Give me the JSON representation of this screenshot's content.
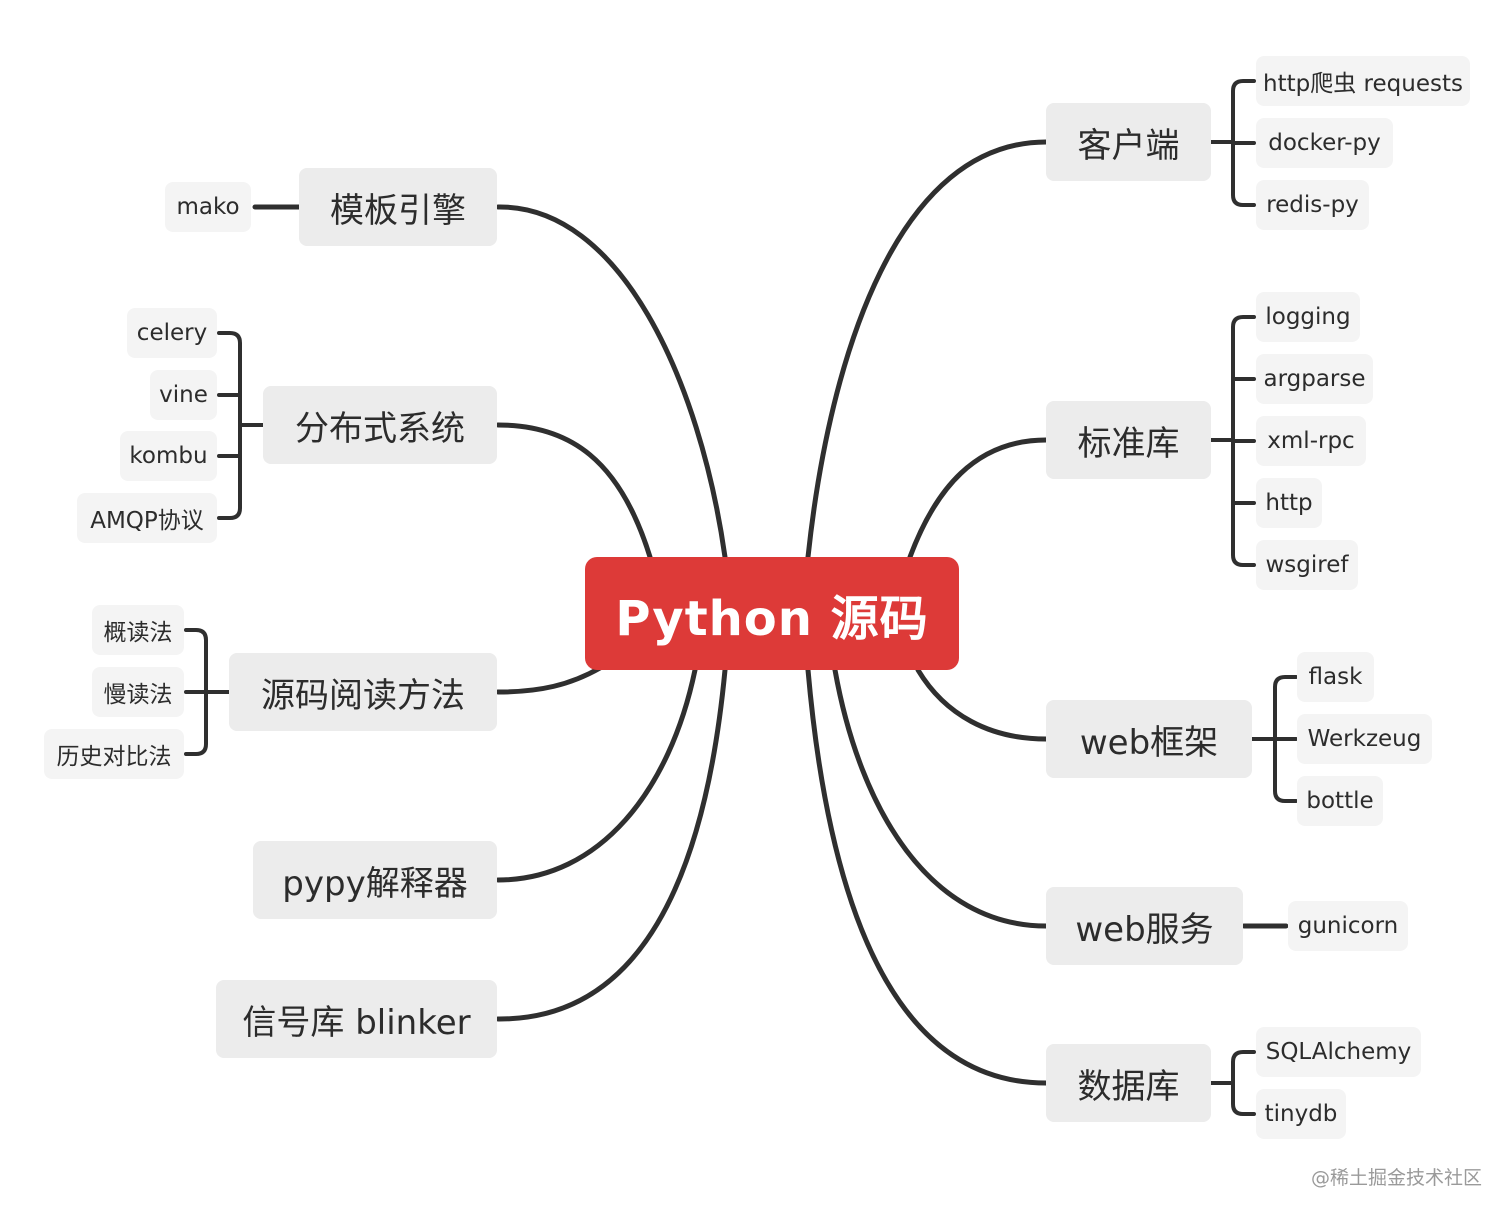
{
  "central": "Python 源码",
  "left": {
    "template": {
      "label": "模板引擎",
      "children": [
        "mako"
      ]
    },
    "distributed": {
      "label": "分布式系统",
      "children": [
        "celery",
        "vine",
        "kombu",
        "AMQP协议"
      ]
    },
    "reading": {
      "label": "源码阅读方法",
      "children": [
        "概读法",
        "慢读法",
        "历史对比法"
      ]
    },
    "pypy": {
      "label": "pypy解释器"
    },
    "signal": {
      "label": "信号库 blinker"
    }
  },
  "right": {
    "client": {
      "label": "客户端",
      "children": [
        "http爬虫 requests",
        "docker-py",
        "redis-py"
      ]
    },
    "stdlib": {
      "label": "标准库",
      "children": [
        "logging",
        "argparse",
        "xml-rpc",
        "http",
        "wsgiref"
      ]
    },
    "webfw": {
      "label": "web框架",
      "children": [
        "flask",
        "Werkzeug",
        "bottle"
      ]
    },
    "webserver": {
      "label": "web服务",
      "children": [
        "gunicorn"
      ]
    },
    "database": {
      "label": "数据库",
      "children": [
        "SQLAlchemy",
        "tinydb"
      ]
    }
  },
  "watermark": "@稀土掘金技术社区",
  "colors": {
    "central": "#dd3a38",
    "main_bg": "#ececec",
    "sub_bg": "#f4f4f4",
    "line": "#2f2f2f"
  }
}
